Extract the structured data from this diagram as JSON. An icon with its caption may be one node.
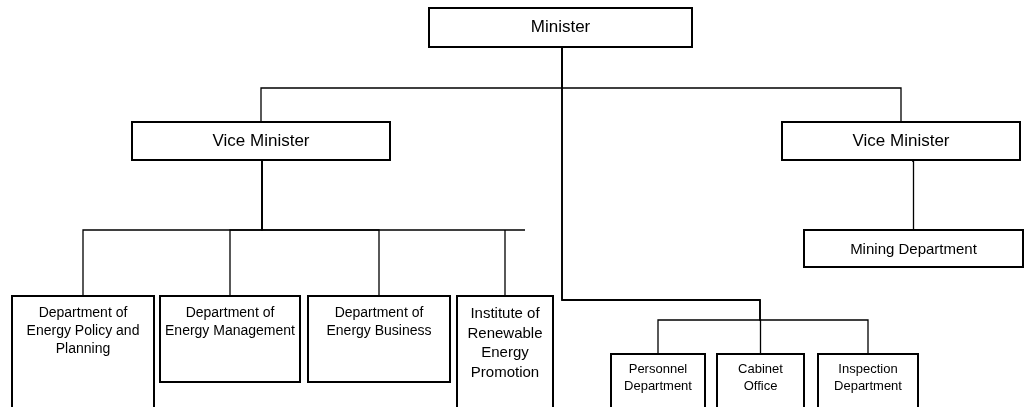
{
  "diagram": {
    "nodes": [
      {
        "text": [
          "Minister"
        ]
      },
      {
        "text": [
          "Vice Minister"
        ]
      },
      {
        "text": [
          "Vice Minister"
        ]
      },
      {
        "text": [
          "Mining Department"
        ]
      },
      {
        "text": [
          "Department of Energy Policy and Planning"
        ]
      },
      {
        "text": [
          "Department of Energy Management"
        ]
      },
      {
        "text": [
          "Department of Energy Business"
        ]
      },
      {
        "text": [
          "Institute of Renewable Energy Promotion"
        ]
      },
      {
        "text": [
          "Personnel Department"
        ]
      },
      {
        "text": [
          "Cabinet Office"
        ]
      },
      {
        "text": [
          "Inspection Department"
        ]
      }
    ],
    "edges": [
      {
        "from": 0,
        "to": 1,
        "arrow": "none"
      },
      {
        "from": 0,
        "to": 2,
        "arrow": "none"
      },
      {
        "from": 2,
        "to": 3,
        "arrow": "none"
      },
      {
        "from": 1,
        "to": 4,
        "arrow": "none"
      },
      {
        "from": 1,
        "to": 5,
        "arrow": "none"
      },
      {
        "from": 1,
        "to": 6,
        "arrow": "none"
      },
      {
        "from": 1,
        "to": 7,
        "arrow": "none"
      },
      {
        "from": 0,
        "to": 8,
        "arrow": "none"
      },
      {
        "from": 0,
        "to": 9,
        "arrow": "none"
      },
      {
        "from": 0,
        "to": 10,
        "arrow": "none"
      }
    ]
  }
}
